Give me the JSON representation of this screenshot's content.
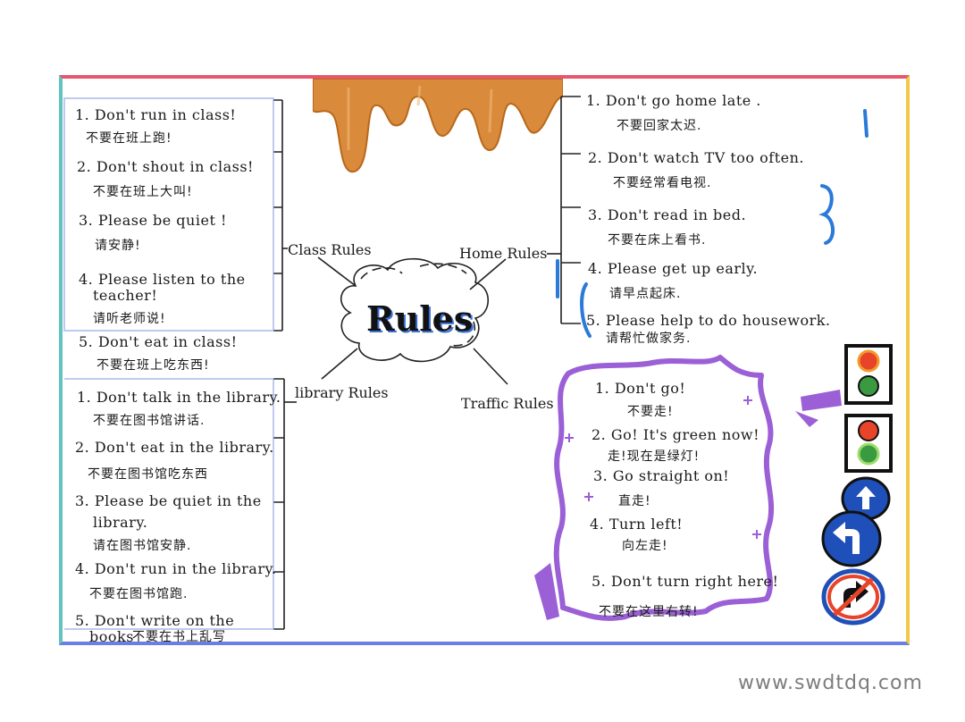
{
  "center": {
    "title": "Rules"
  },
  "categories": {
    "class": "Class Rules",
    "home": "Home Rules",
    "library": "library Rules",
    "traffic": "Traffic Rules"
  },
  "class_rules": [
    {
      "en": "1. Don't run in class!",
      "zh": "不要在班上跑!"
    },
    {
      "en": "2. Don't shout in class!",
      "zh": "不要在班上大叫!"
    },
    {
      "en": "3. Please be quiet !",
      "zh": "请安静!"
    },
    {
      "en": "4. Please listen to the",
      "en2": "teacher!",
      "zh": "请听老师说!"
    },
    {
      "en": "5. Don't eat in class!",
      "zh": "不要在班上吃东西!"
    }
  ],
  "home_rules": [
    {
      "en": "1. Don't go home late .",
      "zh": "不要回家太迟."
    },
    {
      "en": "2. Don't watch TV too often.",
      "zh": "不要经常看电视."
    },
    {
      "en": "3. Don't read in bed.",
      "zh": "不要在床上看书."
    },
    {
      "en": "4. Please get up early.",
      "zh": "请早点起床."
    },
    {
      "en": "5. Please help to do housework.",
      "zh": "请帮忙做家务."
    }
  ],
  "library_rules": [
    {
      "en": "1. Don't talk in the library.",
      "zh": "不要在图书馆讲话."
    },
    {
      "en": "2. Don't eat in the library.",
      "zh": "不要在图书馆吃东西"
    },
    {
      "en": "3. Please be quiet in the",
      "en2": "library.",
      "zh": "请在图书馆安静."
    },
    {
      "en": "4. Don't run in the library.",
      "zh": "不要在图书馆跑."
    },
    {
      "en": "5. Don't write on the",
      "en2": "books",
      "zh": "不要在书上乱写"
    }
  ],
  "traffic_rules": [
    {
      "en": "1. Don't go!",
      "zh": "不要走!"
    },
    {
      "en": "2. Go! It's green now!",
      "zh": "走!现在是绿灯!"
    },
    {
      "en": "3. Go straight on!",
      "zh": "直走!"
    },
    {
      "en": "4. Turn left!",
      "zh": "向左走!"
    },
    {
      "en": "5. Don't turn right here!",
      "zh": "不要在这里右转!"
    }
  ],
  "watermark": "www.swdtdq.com",
  "colors": {
    "frame_top": "#e8566c",
    "frame_left": "#62c3c0",
    "frame_right": "#f2c84a",
    "frame_bottom": "#6a7fe0",
    "drip": "#d98a3a",
    "traffic_frame": "#9b5fd6",
    "sign_blue": "#1f4fb8",
    "light_red": "#e8442a",
    "light_green": "#3a9a40",
    "accent_blue": "#2a7ad8"
  },
  "icons": [
    "traffic-light-red-icon",
    "traffic-light-green-icon",
    "arrow-up-sign-icon",
    "turn-left-sign-icon",
    "no-right-turn-sign-icon"
  ]
}
